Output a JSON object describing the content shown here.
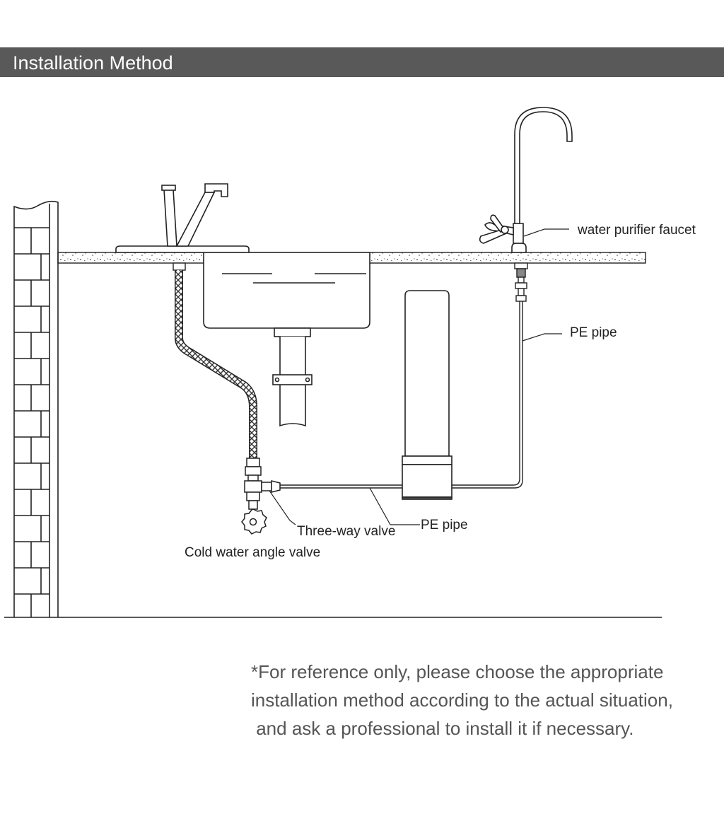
{
  "header": {
    "title": "Installation Method"
  },
  "labels": {
    "water_purifier_faucet": "water purifier faucet",
    "pe_pipe_upper": "PE pipe",
    "pe_pipe_lower": "PE pipe",
    "three_way_valve": "Three-way valve",
    "cold_water_angle_valve": "Cold water angle valve"
  },
  "note": {
    "line1": "*For reference only, please choose the appropriate",
    "line2": "installation method according to the actual situation,",
    "line3": " and ask a professional to install it if necessary."
  },
  "colors": {
    "header_bg": "#595959",
    "line": "#222222",
    "note_text": "#555555"
  }
}
